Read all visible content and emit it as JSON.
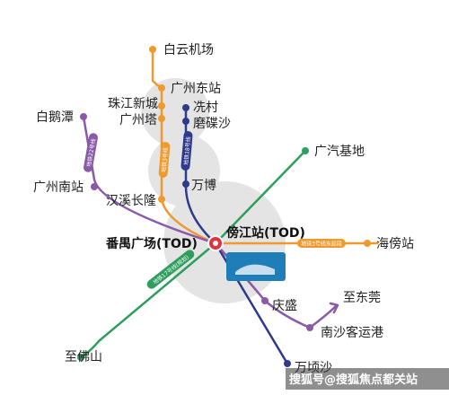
{
  "colors": {
    "orange_line": "#EE9A2E",
    "navy_line": "#2E3A8C",
    "purple_line": "#8A5AA8",
    "green_line": "#2E9E5E",
    "hub_red": "#E0323C",
    "gray_zone": "#E4E4E4",
    "watermark_bg": "#333333"
  },
  "stations": {
    "baiyun_airport": "白云机场",
    "guangzhou_east": "广州东站",
    "zhujiang_newtown": "珠江新城",
    "canton_tower": "广州塔",
    "xiancun": "冼村",
    "modiesha": "磨碟沙",
    "baietan": "白鹅潭",
    "guangzhou_south": "广州南站",
    "hanxi_longlong": "汉溪长隆",
    "wanbo": "万博",
    "gac_base": "广汽基地",
    "panyu_square": "番禺广场(TOD)",
    "pangjiang_station": "傍江站(TOD)",
    "haibang_station": "海傍站",
    "qingsheng": "庆盛",
    "to_dongguan": "至东莞",
    "nansha_bus": "南沙客运港",
    "to_foshan": "至佛山",
    "wanqingsha": "万顷沙"
  },
  "line_tags": {
    "line3": "地铁3号线",
    "line18": "地铁18号线",
    "line22": "地铁22号线",
    "line17": "地铁17号线(规划)",
    "line3_east": "地铁3号线东延段"
  },
  "watermark": "搜狐号@搜狐焦点都关站"
}
